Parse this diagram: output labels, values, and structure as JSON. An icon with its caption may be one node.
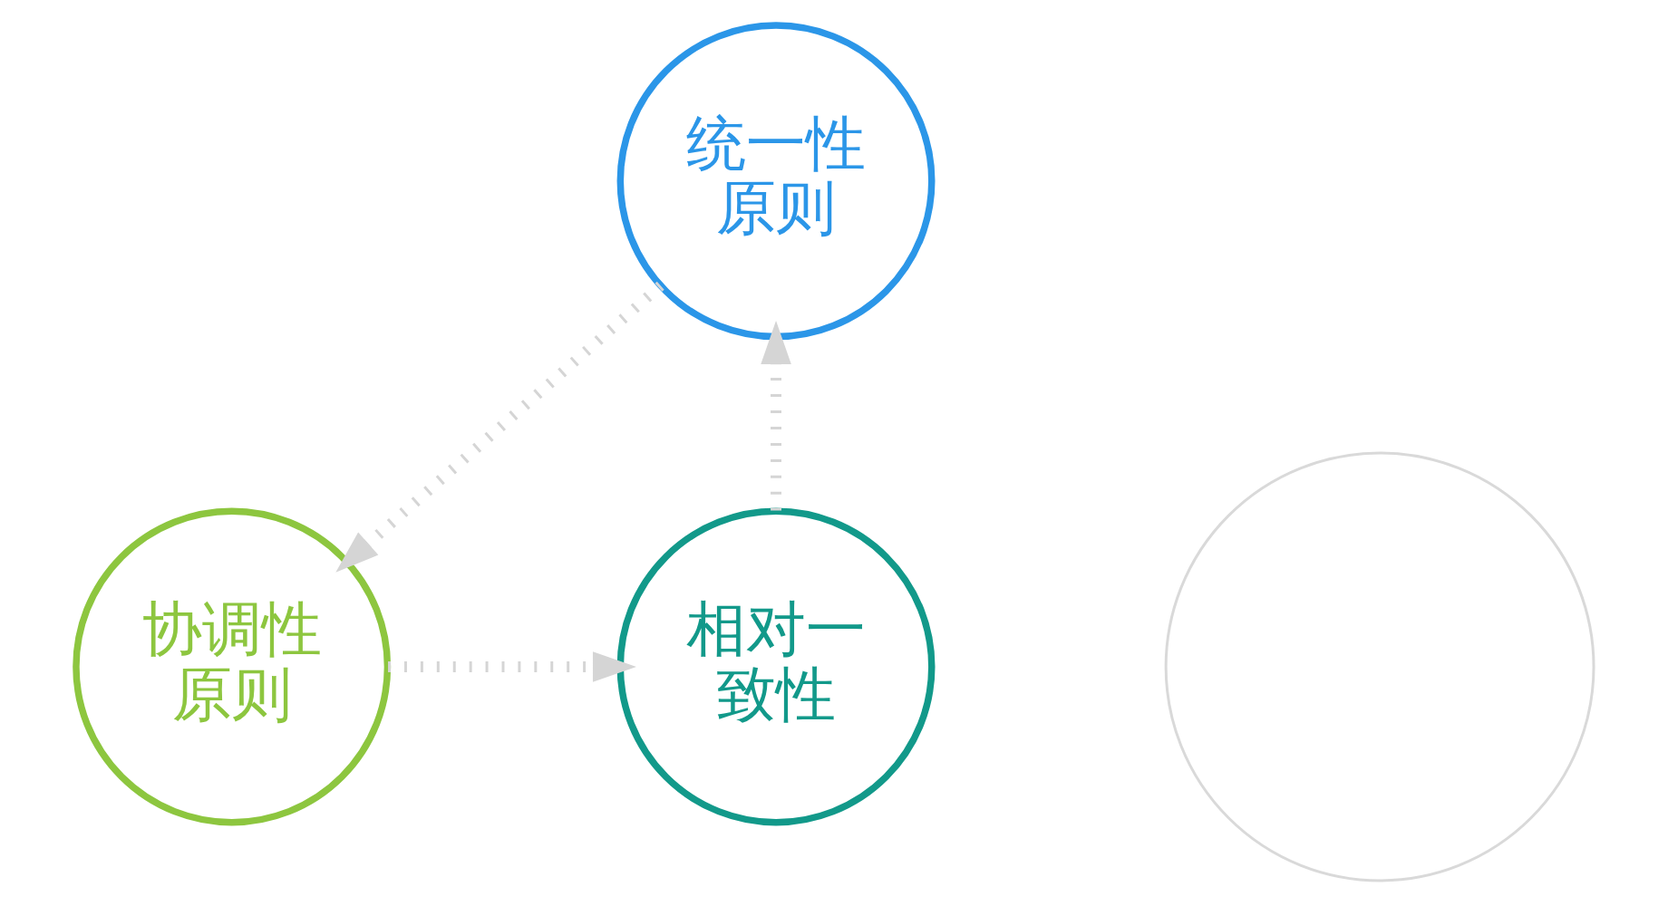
{
  "diagram": {
    "nodes": [
      {
        "text": [
          "统一性原则"
        ]
      },
      {
        "text": [
          "协调性原则"
        ]
      },
      {
        "text": [
          "相对一致性"
        ]
      },
      {
        "text": [],
        "shape": "circle"
      }
    ],
    "edges": [
      {
        "from": 0,
        "to": 1,
        "arrow": "to",
        "style": "dashed"
      },
      {
        "from": 1,
        "to": 2,
        "arrow": "to",
        "style": "dashed"
      },
      {
        "from": 2,
        "to": 0,
        "arrow": "to",
        "style": "dashed"
      }
    ]
  }
}
